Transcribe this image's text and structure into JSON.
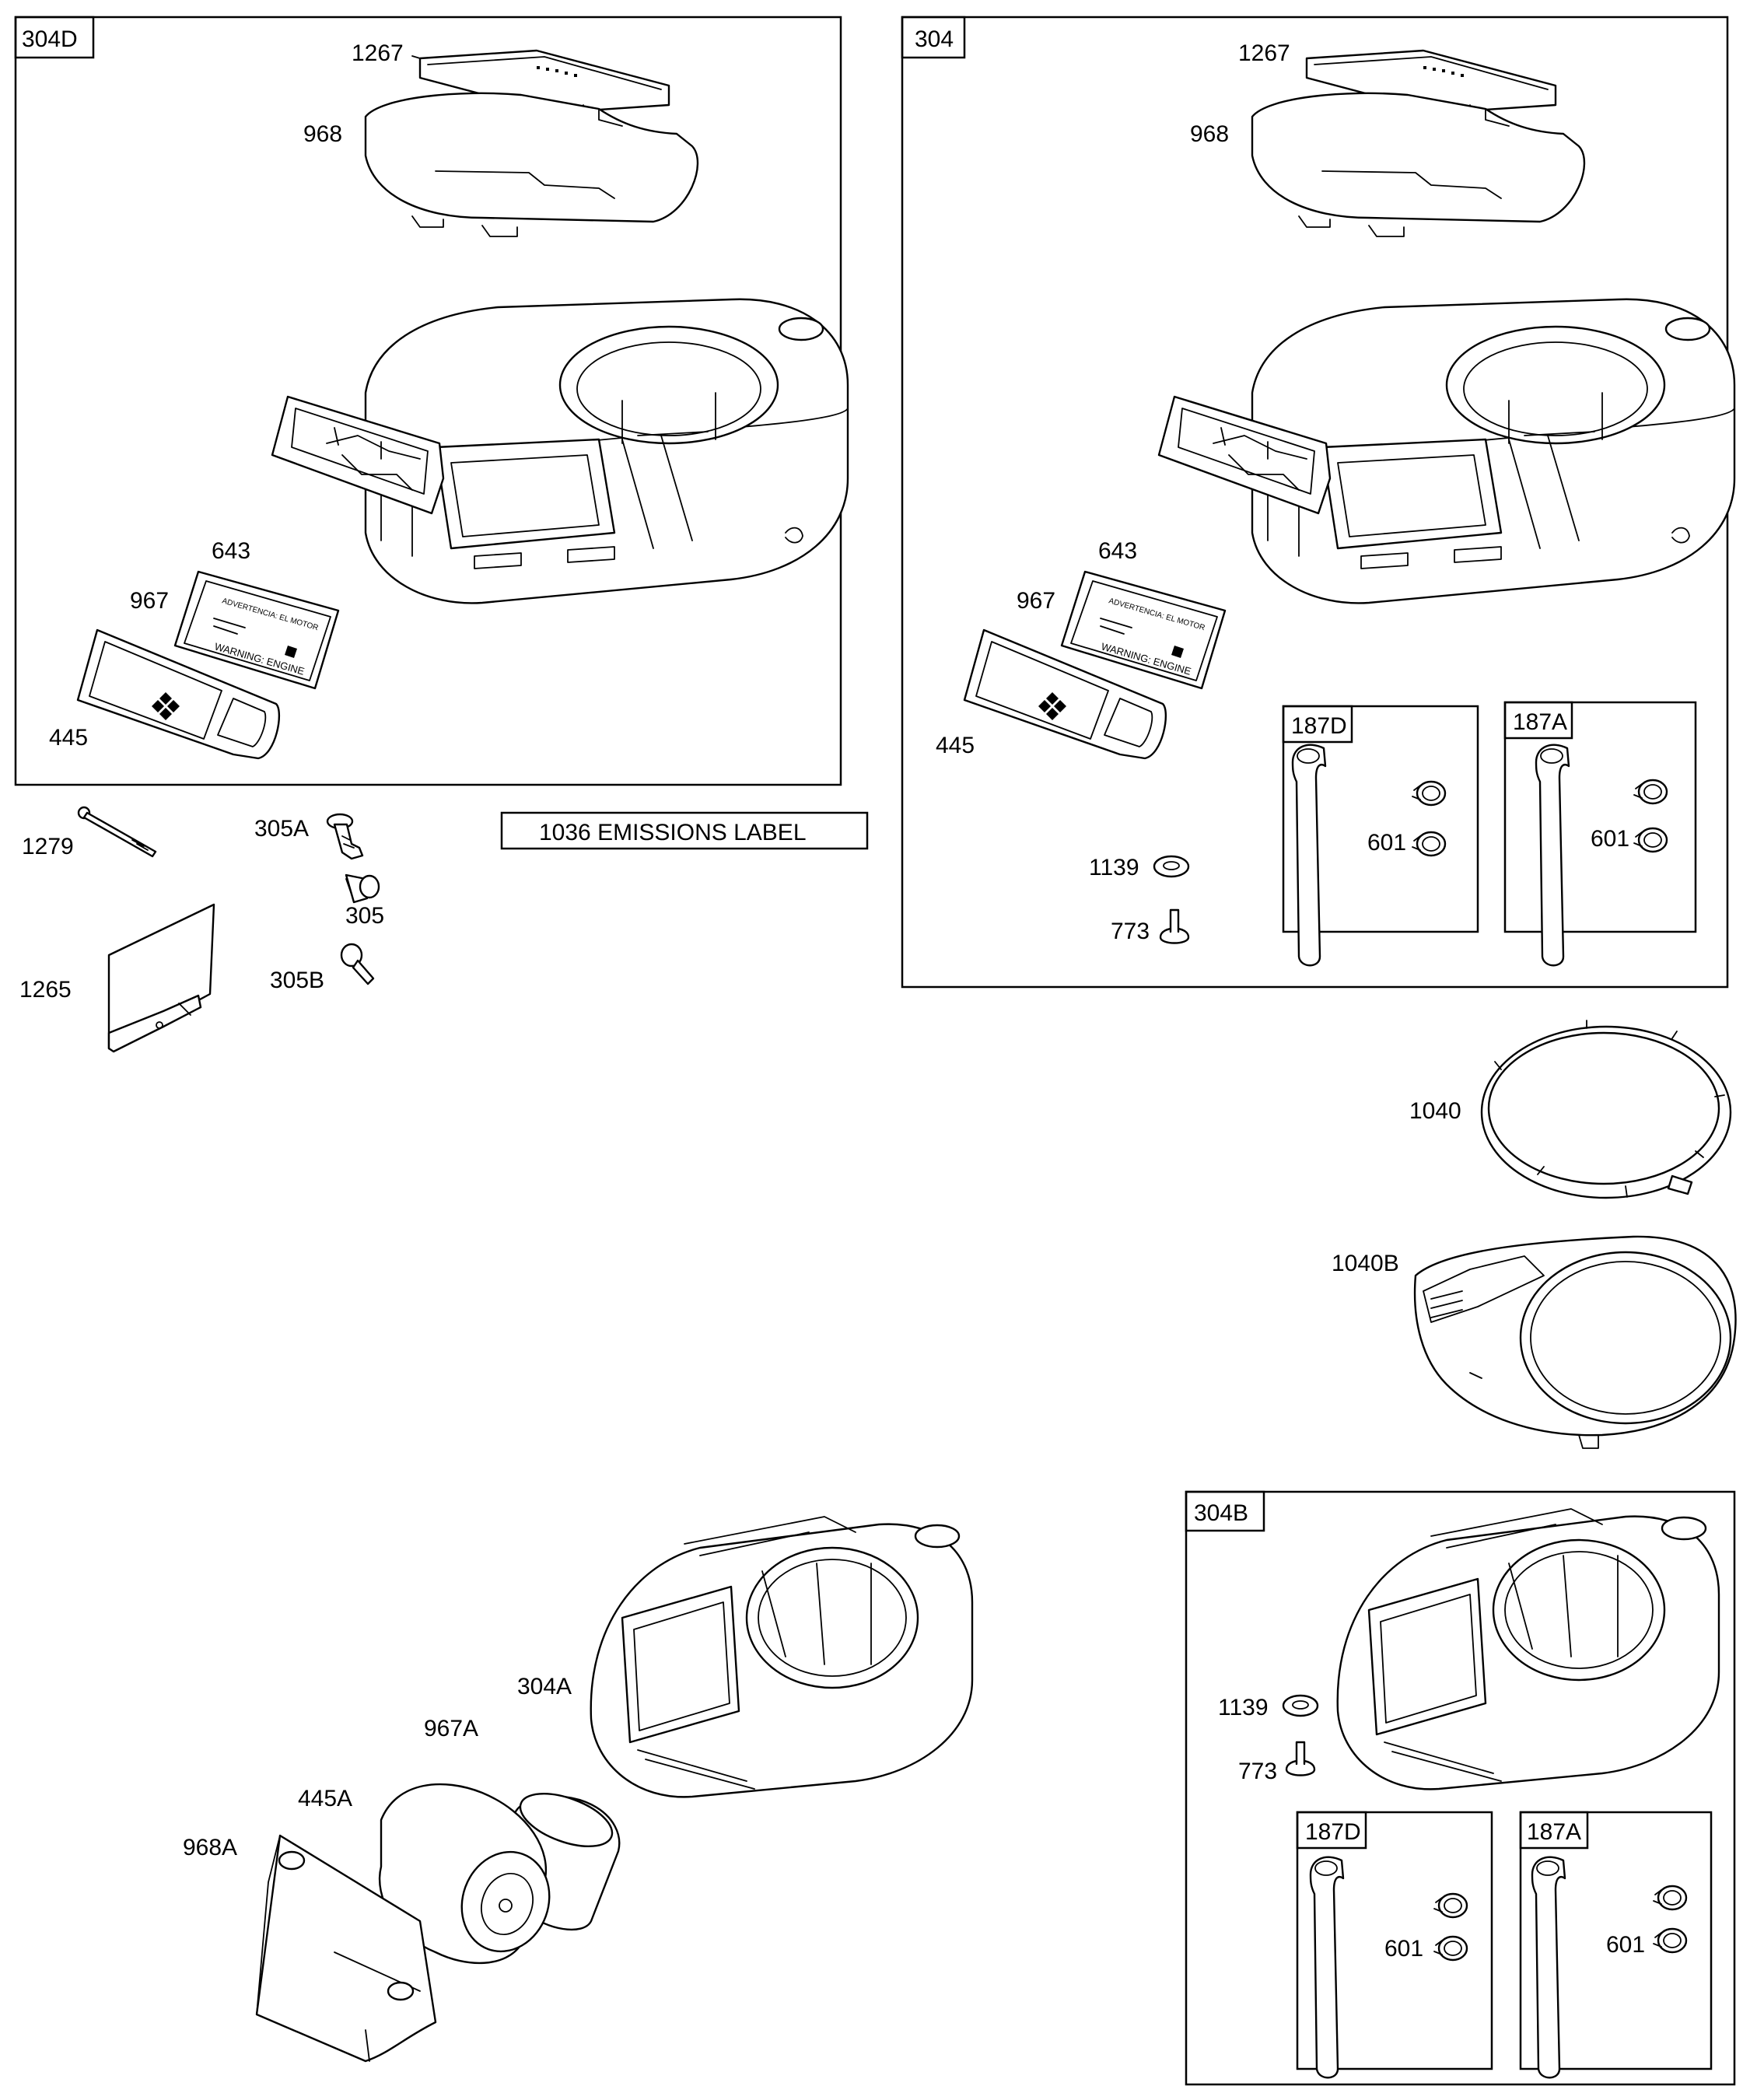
{
  "kits": {
    "k304D": "304D",
    "k304": "304",
    "k304B": "304B",
    "k187D_a": "187D",
    "k187A_a": "187A",
    "k187D_b": "187D",
    "k187A_b": "187A"
  },
  "emissions_label": "1036 EMISSIONS LABEL",
  "callouts": {
    "c1267_a": "1267",
    "c968_a": "968",
    "c643_a": "643",
    "c967_a": "967",
    "c445_a": "445",
    "c1279": "1279",
    "c305A": "305A",
    "c305": "305",
    "c305B": "305B",
    "c1265": "1265",
    "c1267_b": "1267",
    "c968_b": "968",
    "c643_b": "643",
    "c967_b": "967",
    "c445_b": "445",
    "c1139_b": "1139",
    "c773_b": "773",
    "c601_b1": "601",
    "c601_b2": "601",
    "c1040": "1040",
    "c1040B": "1040B",
    "c304A": "304A",
    "c967A": "967A",
    "c445A": "445A",
    "c968A": "968A",
    "c1139_c": "1139",
    "c773_c": "773",
    "c601_c1": "601",
    "c601_c2": "601"
  }
}
